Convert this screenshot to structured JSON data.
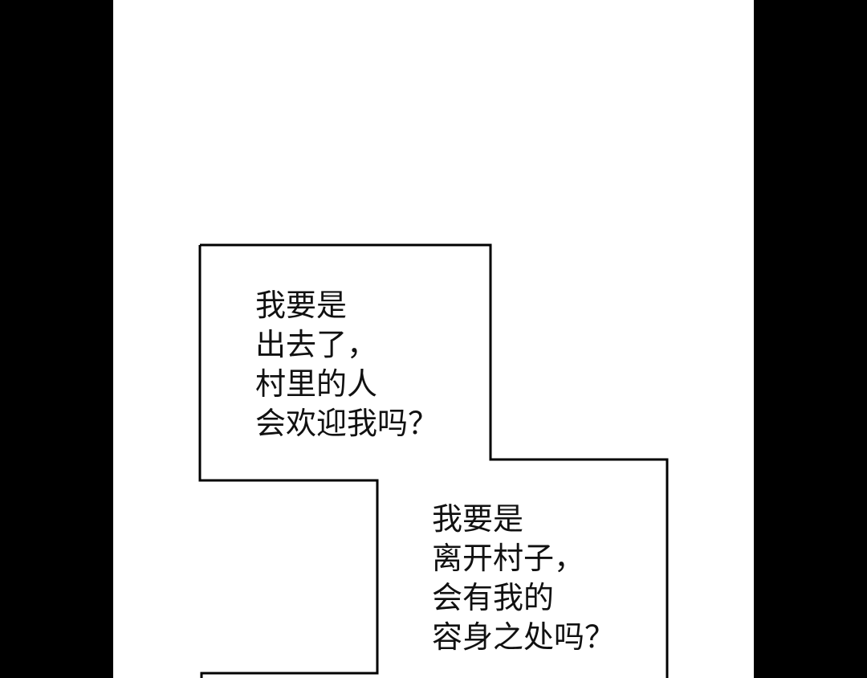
{
  "colors": {
    "letterbox": "#000000",
    "panel": "#ffffff",
    "bubble_border": "#000000",
    "text": "#111111"
  },
  "bubbles": [
    {
      "lines": [
        "我要是",
        "出去了，",
        "村里的人",
        "会欢迎我吗？"
      ]
    },
    {
      "lines": [
        "我要是",
        "离开村子，",
        "会有我的",
        "容身之处吗？"
      ]
    }
  ]
}
